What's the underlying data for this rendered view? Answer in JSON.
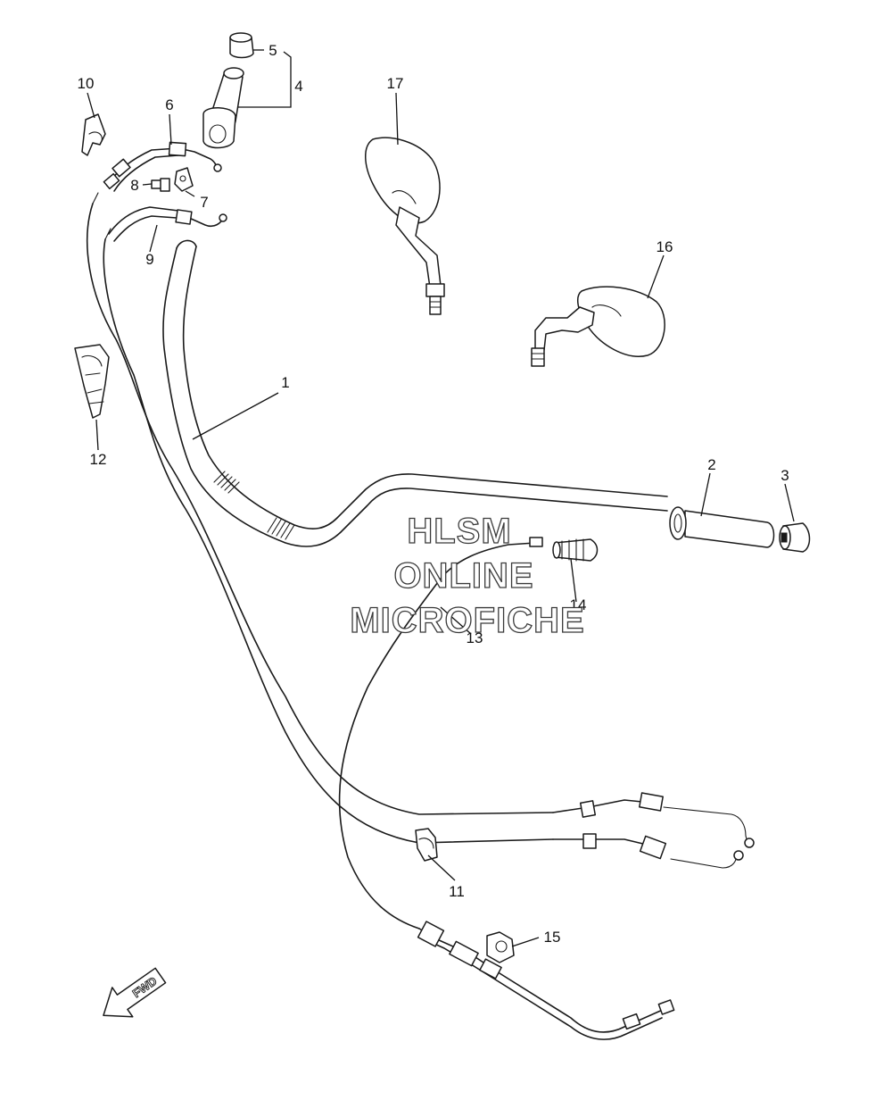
{
  "diagram": {
    "callouts": [
      "1",
      "2",
      "3",
      "4",
      "5",
      "6",
      "7",
      "8",
      "9",
      "10",
      "11",
      "12",
      "13",
      "14",
      "15",
      "16",
      "17"
    ],
    "watermark_lines": [
      "HLSM",
      "ONLINE",
      "MICROFICHE"
    ],
    "direction_badge": "FWD"
  }
}
